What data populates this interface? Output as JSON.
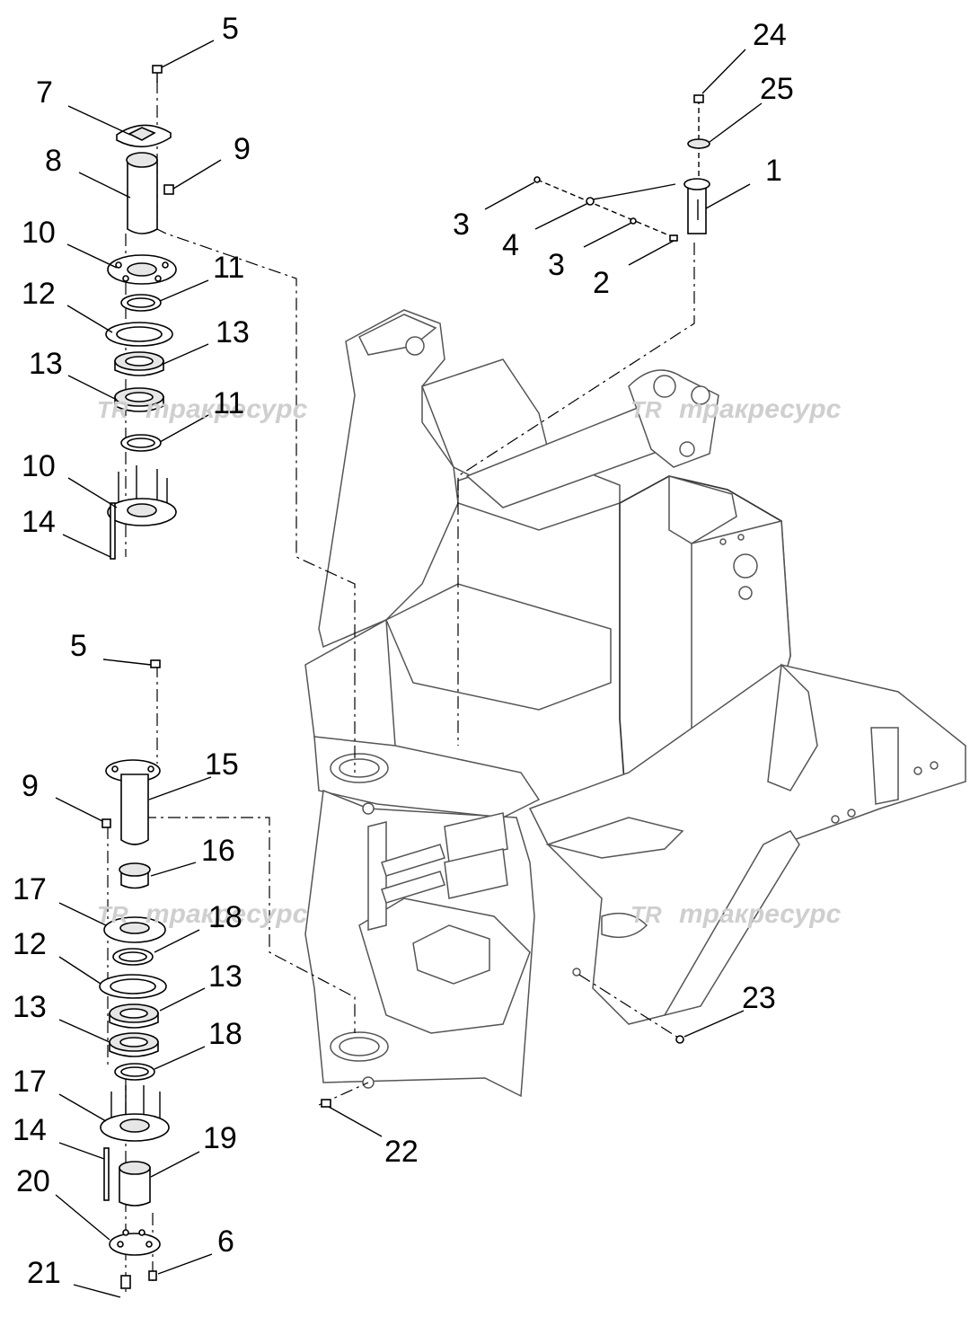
{
  "watermarks": [
    {
      "logo": "TR",
      "text": "тракресурс"
    },
    {
      "logo": "TR",
      "text": "тракресурс"
    },
    {
      "logo": "TR",
      "text": "тракресурс"
    },
    {
      "logo": "TR",
      "text": "тракресурс"
    }
  ],
  "callouts": [
    {
      "label": "5"
    },
    {
      "label": "7"
    },
    {
      "label": "8"
    },
    {
      "label": "9"
    },
    {
      "label": "10"
    },
    {
      "label": "11"
    },
    {
      "label": "12"
    },
    {
      "label": "13"
    },
    {
      "label": "13"
    },
    {
      "label": "11"
    },
    {
      "label": "10"
    },
    {
      "label": "14"
    },
    {
      "label": "24"
    },
    {
      "label": "25"
    },
    {
      "label": "1"
    },
    {
      "label": "3"
    },
    {
      "label": "4"
    },
    {
      "label": "3"
    },
    {
      "label": "2"
    },
    {
      "label": "5"
    },
    {
      "label": "15"
    },
    {
      "label": "9"
    },
    {
      "label": "16"
    },
    {
      "label": "17"
    },
    {
      "label": "18"
    },
    {
      "label": "12"
    },
    {
      "label": "13"
    },
    {
      "label": "13"
    },
    {
      "label": "18"
    },
    {
      "label": "17"
    },
    {
      "label": "14"
    },
    {
      "label": "19"
    },
    {
      "label": "20"
    },
    {
      "label": "21"
    },
    {
      "label": "6"
    },
    {
      "label": "23"
    },
    {
      "label": "22"
    }
  ]
}
